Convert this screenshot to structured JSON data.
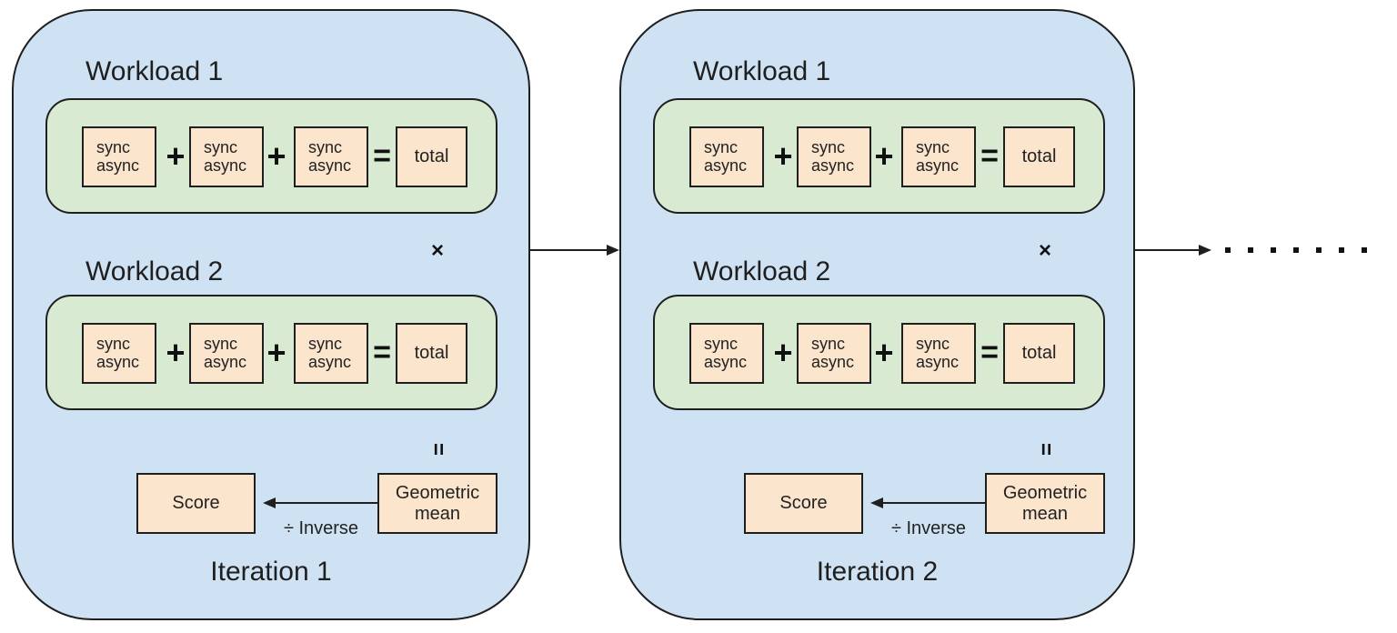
{
  "colors": {
    "iteration_fill": "#cfe2f3",
    "workload_fill": "#d9ead3",
    "node_fill": "#fce5cd",
    "stroke": "#1f1f1f",
    "background": "#ffffff"
  },
  "symbols": {
    "plus": "+",
    "equals": "=",
    "times": "×",
    "vertical_equals": "="
  },
  "continuation": {
    "dot_count": 7
  },
  "iterations": [
    {
      "label": "Iteration 1",
      "score_label": "Score",
      "geometric_mean_label": "Geometric mean",
      "inverse_label": "÷ Inverse",
      "workloads": [
        {
          "label": "Workload 1",
          "terms": [
            {
              "top": "sync",
              "bottom": "async"
            },
            {
              "top": "sync",
              "bottom": "async"
            },
            {
              "top": "sync",
              "bottom": "async"
            }
          ],
          "total_label": "total"
        },
        {
          "label": "Workload 2",
          "terms": [
            {
              "top": "sync",
              "bottom": "async"
            },
            {
              "top": "sync",
              "bottom": "async"
            },
            {
              "top": "sync",
              "bottom": "async"
            }
          ],
          "total_label": "total"
        }
      ]
    },
    {
      "label": "Iteration 2",
      "score_label": "Score",
      "geometric_mean_label": "Geometric mean",
      "inverse_label": "÷ Inverse",
      "workloads": [
        {
          "label": "Workload 1",
          "terms": [
            {
              "top": "sync",
              "bottom": "async"
            },
            {
              "top": "sync",
              "bottom": "async"
            },
            {
              "top": "sync",
              "bottom": "async"
            }
          ],
          "total_label": "total"
        },
        {
          "label": "Workload 2",
          "terms": [
            {
              "top": "sync",
              "bottom": "async"
            },
            {
              "top": "sync",
              "bottom": "async"
            },
            {
              "top": "sync",
              "bottom": "async"
            }
          ],
          "total_label": "total"
        }
      ]
    }
  ]
}
